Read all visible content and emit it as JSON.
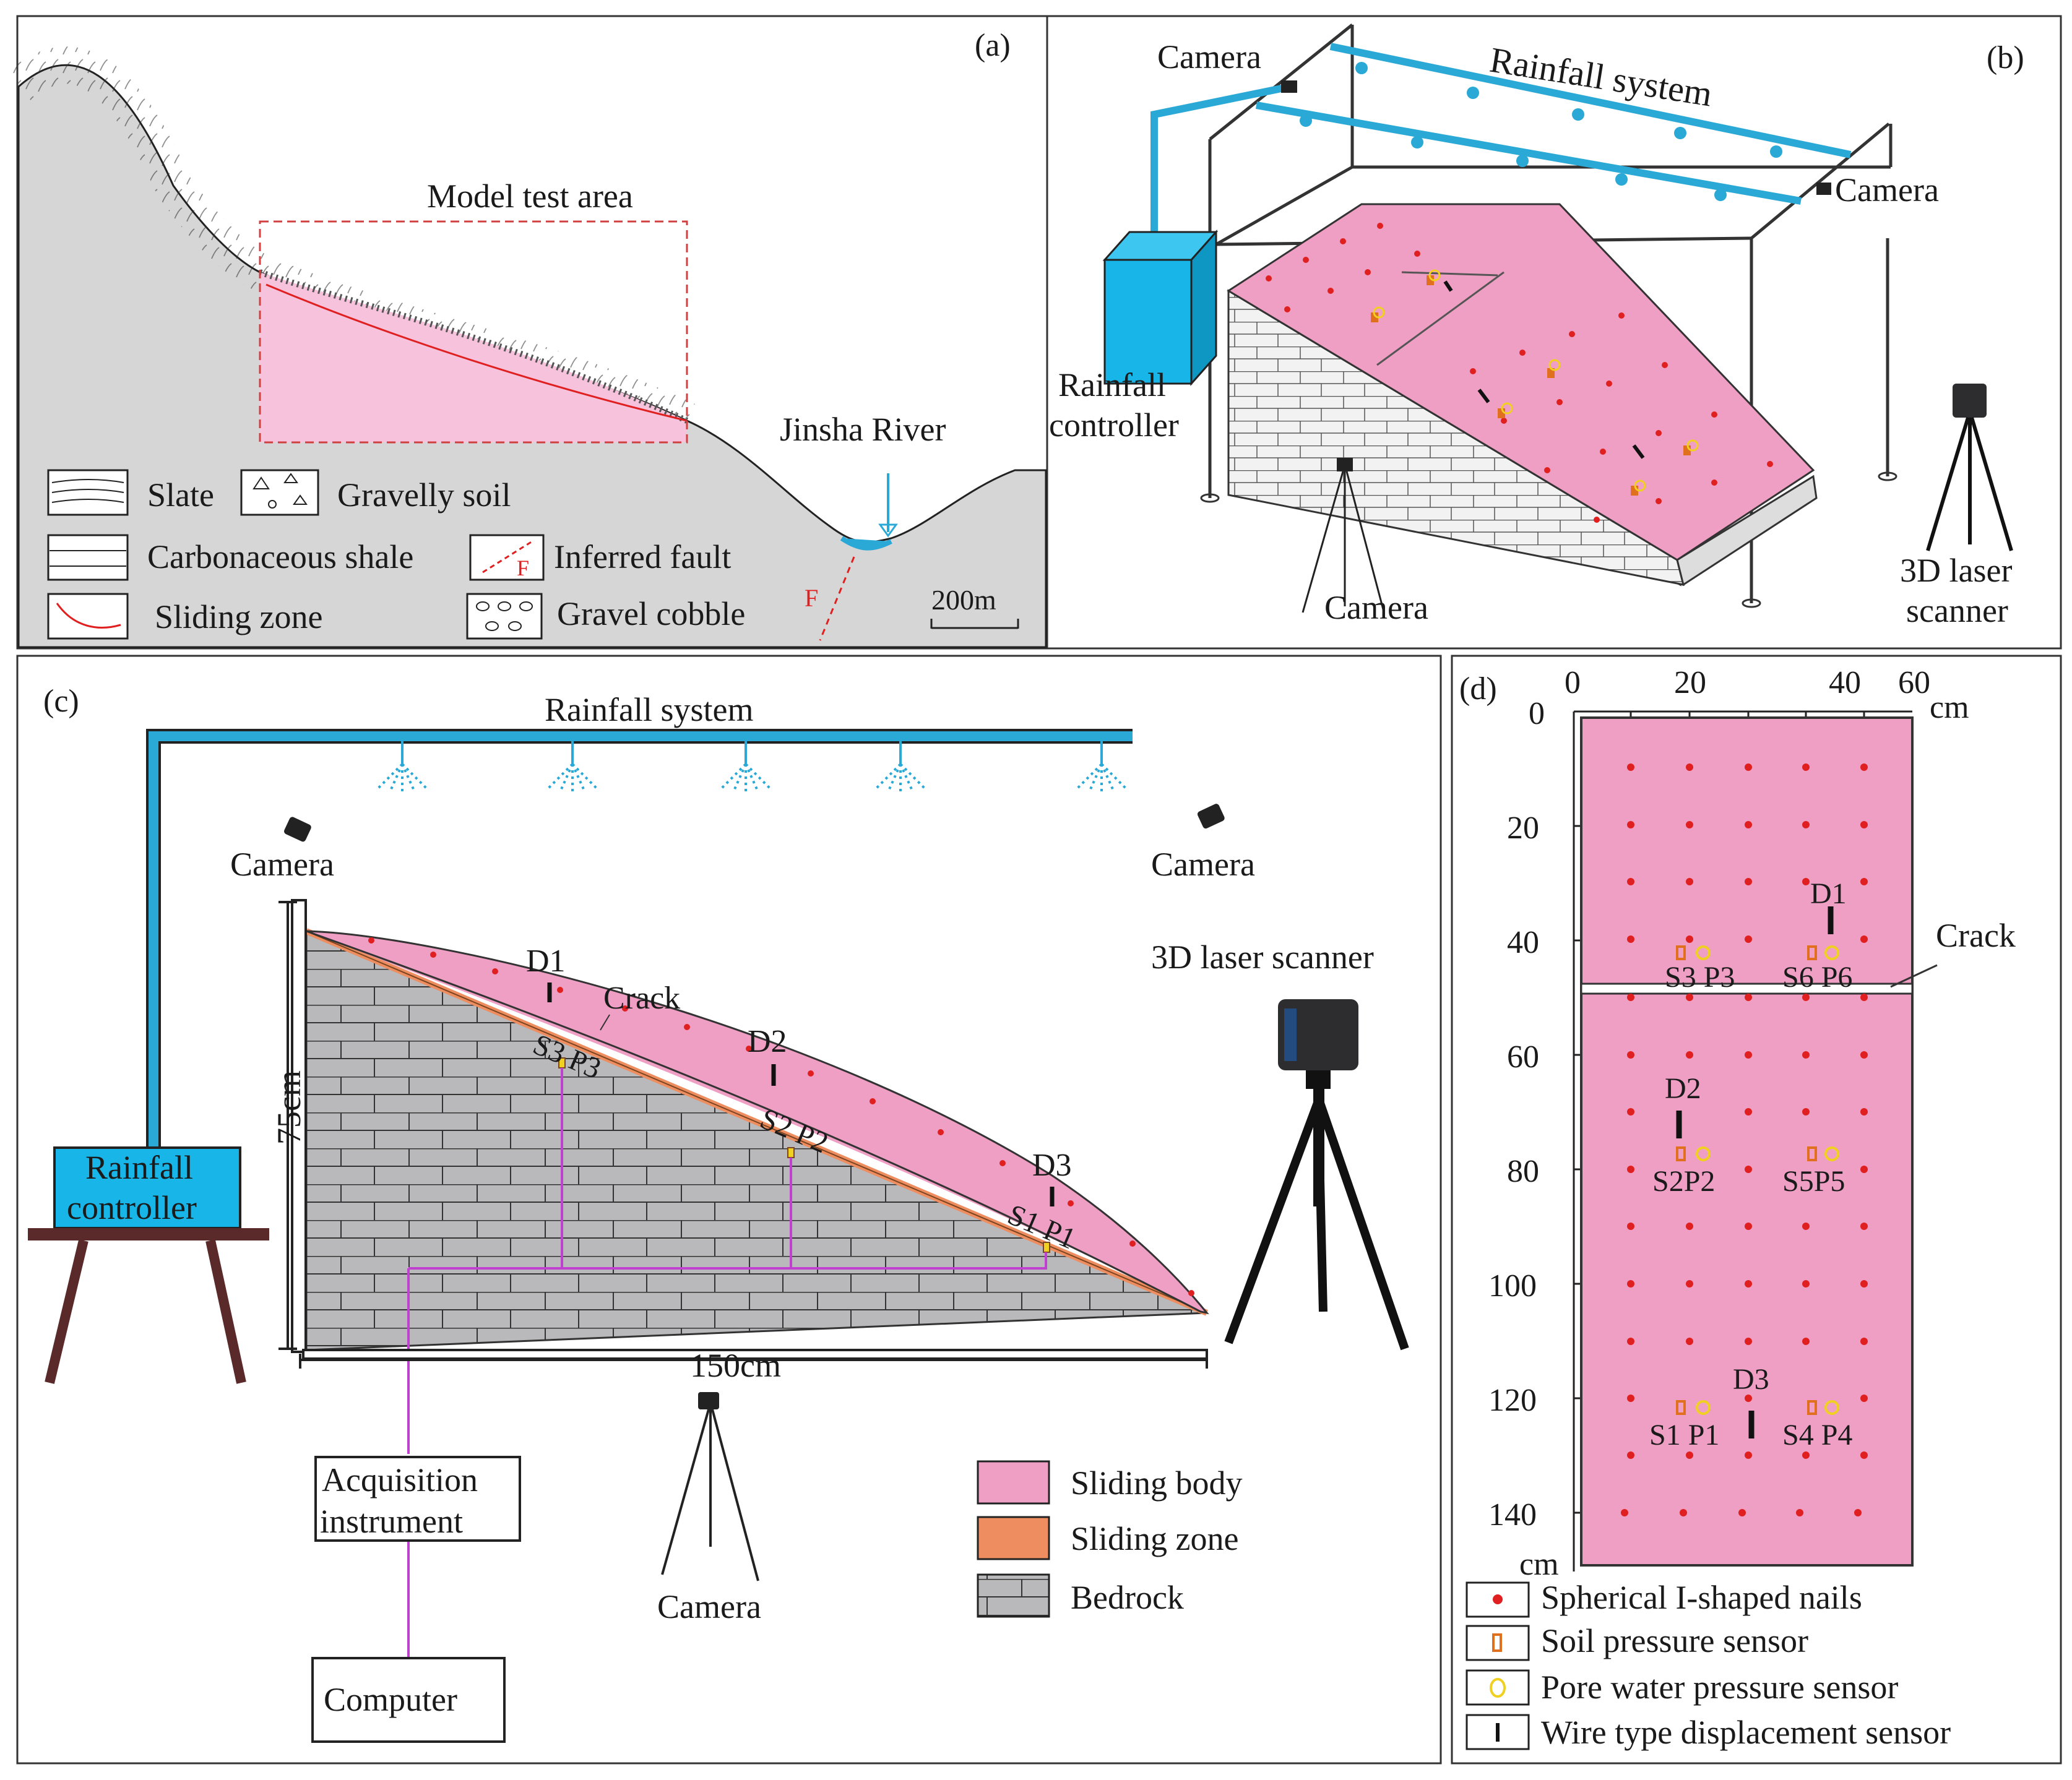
{
  "colors": {
    "sliding_body": "#f09fc4",
    "sliding_zone": "#ee8d5f",
    "bedrock": "#b9b9bb",
    "pipe": "#2aa9d6",
    "controller": "#17b5e8",
    "nail": "#e02020",
    "soil_sensor": "#e0701e",
    "pore_sensor": "#f0d020",
    "wire": "#c040d0",
    "fault": "#e02020",
    "terrain": "#d6d6d6"
  },
  "panel_a": {
    "label": "(a)",
    "model_area": "Model test area",
    "river": "Jinsha  River",
    "scale": "200m",
    "fault_mark": "F",
    "legend": {
      "slate": "Slate",
      "gravelly_soil": "Gravelly soil",
      "carbonaceous_shale": "Carbonaceous shale",
      "inferred_fault": "Inferred fault",
      "sliding_zone": "Sliding zone",
      "gravel_cobble": "Gravel cobble",
      "fault_symbol": "F"
    }
  },
  "panel_b": {
    "label": "(b)",
    "camera_top": "Camera",
    "rainfall_system": "Rainfall  system",
    "camera_right": "Camera",
    "controller_line1": "Rainfall",
    "controller_line2": "controller",
    "camera_bottom": "Camera",
    "scanner_line1": "3D laser",
    "scanner_line2": "scanner"
  },
  "panel_c": {
    "label": "(c)",
    "rainfall_system": "Rainfall system",
    "camera_left": "Camera",
    "camera_right": "Camera",
    "scanner": "3D laser scanner",
    "height": "75cm",
    "length": "150cm",
    "controller_line1": "Rainfall",
    "controller_line2": "controller",
    "d1": "D1",
    "d2": "D2",
    "d3": "D3",
    "crack": "Crack",
    "s3p3": "S3 P3",
    "s2p2": "S2 P2",
    "s1p1": "S1  P1",
    "acq_line1": "Acquisition",
    "acq_line2": "instrument",
    "computer": "Computer",
    "camera_bottom": "Camera",
    "legend": {
      "sliding_body": "Sliding body",
      "sliding_zone": "Sliding zone",
      "bedrock": "Bedrock"
    }
  },
  "panel_d": {
    "label": "(d)",
    "x_unit": "cm",
    "y_unit": "cm",
    "x_ticks": [
      "0",
      "20",
      "40",
      "60"
    ],
    "y_ticks": [
      "0",
      "20",
      "40",
      "60",
      "80",
      "100",
      "120",
      "140"
    ],
    "crack": "Crack",
    "sensor_labels": {
      "s3p3": "S3 P3",
      "s6p6": "S6 P6",
      "s2p2": "S2P2",
      "s5p5": "S5P5",
      "s1p1": "S1 P1",
      "s4p4": "S4 P4",
      "d1": "D1",
      "d2": "D2",
      "d3": "D3"
    },
    "legend": {
      "nails": "Spherical I-shaped nails",
      "soil": "Soil pressure  sensor",
      "pore": "Pore water pressure  sensor",
      "wire": "Wire type displacement sensor"
    }
  }
}
